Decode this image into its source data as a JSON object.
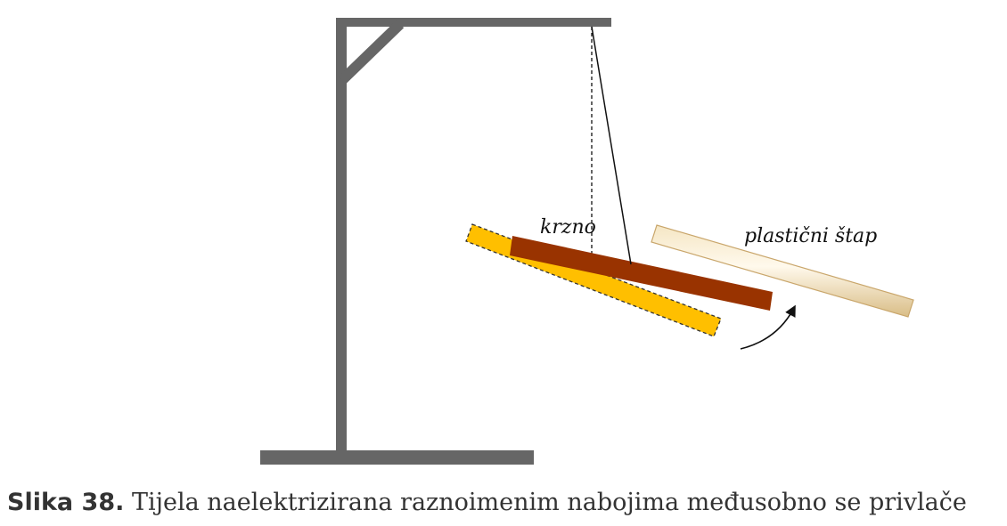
{
  "diagram": {
    "labels": {
      "fur": "krzno",
      "plastic_rod": "plastični štap"
    },
    "colors": {
      "stand": "#666666",
      "suspended_rod": "#993300",
      "initial_rod_position": "#FFBF00",
      "plastic_rod": "#F2DDB3",
      "thread": "#111111"
    }
  },
  "caption": {
    "number": "Slika 38.",
    "text": " Tijela naelektrizirana raznoimenim nabojima međusobno se privlače"
  }
}
